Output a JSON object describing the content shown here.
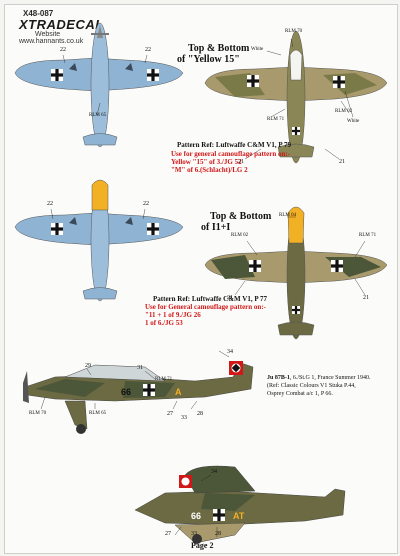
{
  "header": {
    "code": "X48-087",
    "brand": "XTRADECAL",
    "website_label": "Website",
    "url": "www.hannants.co.uk"
  },
  "profile1": {
    "title_line1": "Top & Bottom",
    "title_line2": "of \"Yellow 15\"",
    "pattern_ref": "Pattern Ref: Luftwaffe C&M V1, P 79",
    "use_line1": "Use for general camouflage pattern on:-",
    "use_line2": "Yellow \"15\" of 3./JG 52",
    "use_line3": "\"M\" of 6.(Schlacht)/LG 2",
    "labels": {
      "rlm65": "RLM 65",
      "rlm70": "RLM 70",
      "rlm71": "RLM 71",
      "rlm02": "RLM 02",
      "white1": "White",
      "white2": "White",
      "n22a": "22",
      "n22b": "22",
      "n21a": "21",
      "n21b": "21"
    }
  },
  "profile2": {
    "title_line1": "Top & Bottom",
    "title_line2": "of I1+I",
    "pattern_ref": "Pattern Ref: Luftwaffe C&M V1, P 77",
    "use_line1": "Use for General camouflage pattern on:-",
    "use_line2": "\"11 + 1 of 9./JG 26",
    "use_line3": "1 of 6./JG 53",
    "labels": {
      "rlm04": "RLM 04",
      "rlm02": "RLM 02",
      "rlm71": "RLM 71",
      "n22a": "22",
      "n22b": "22",
      "n21a": "21",
      "n21b": "21"
    }
  },
  "stuka1": {
    "labels": {
      "n34": "34",
      "n29": "29",
      "n31": "31",
      "rlm71": "RLM 71",
      "rlm70": "RLM 70",
      "rlm65": "RLM 65",
      "n27": "27",
      "n33": "33",
      "n28": "28"
    },
    "code_66": "66",
    "code_A": "A"
  },
  "caption": {
    "line1_bold": "Ju 87B-1",
    "line1": ", 6./St.G 1, France Summer 1940.",
    "line2": "(Ref: Classic Colours V1 Stuka P.44,",
    "line3": "Osprey Combat a/c 1, P 66."
  },
  "stuka2": {
    "labels": {
      "n34": "34",
      "n27": "27",
      "n33": "33",
      "n28": "28"
    },
    "code_66": "66",
    "code_AT": "AT"
  },
  "footer": {
    "page": "Page 2"
  },
  "colors": {
    "rlm65": "#8fb3d3",
    "rlm71": "#7a7a48",
    "rlm02": "#a89a6c",
    "rlm70": "#4c5638",
    "rlm04": "#f2b024",
    "red": "#d01818"
  }
}
